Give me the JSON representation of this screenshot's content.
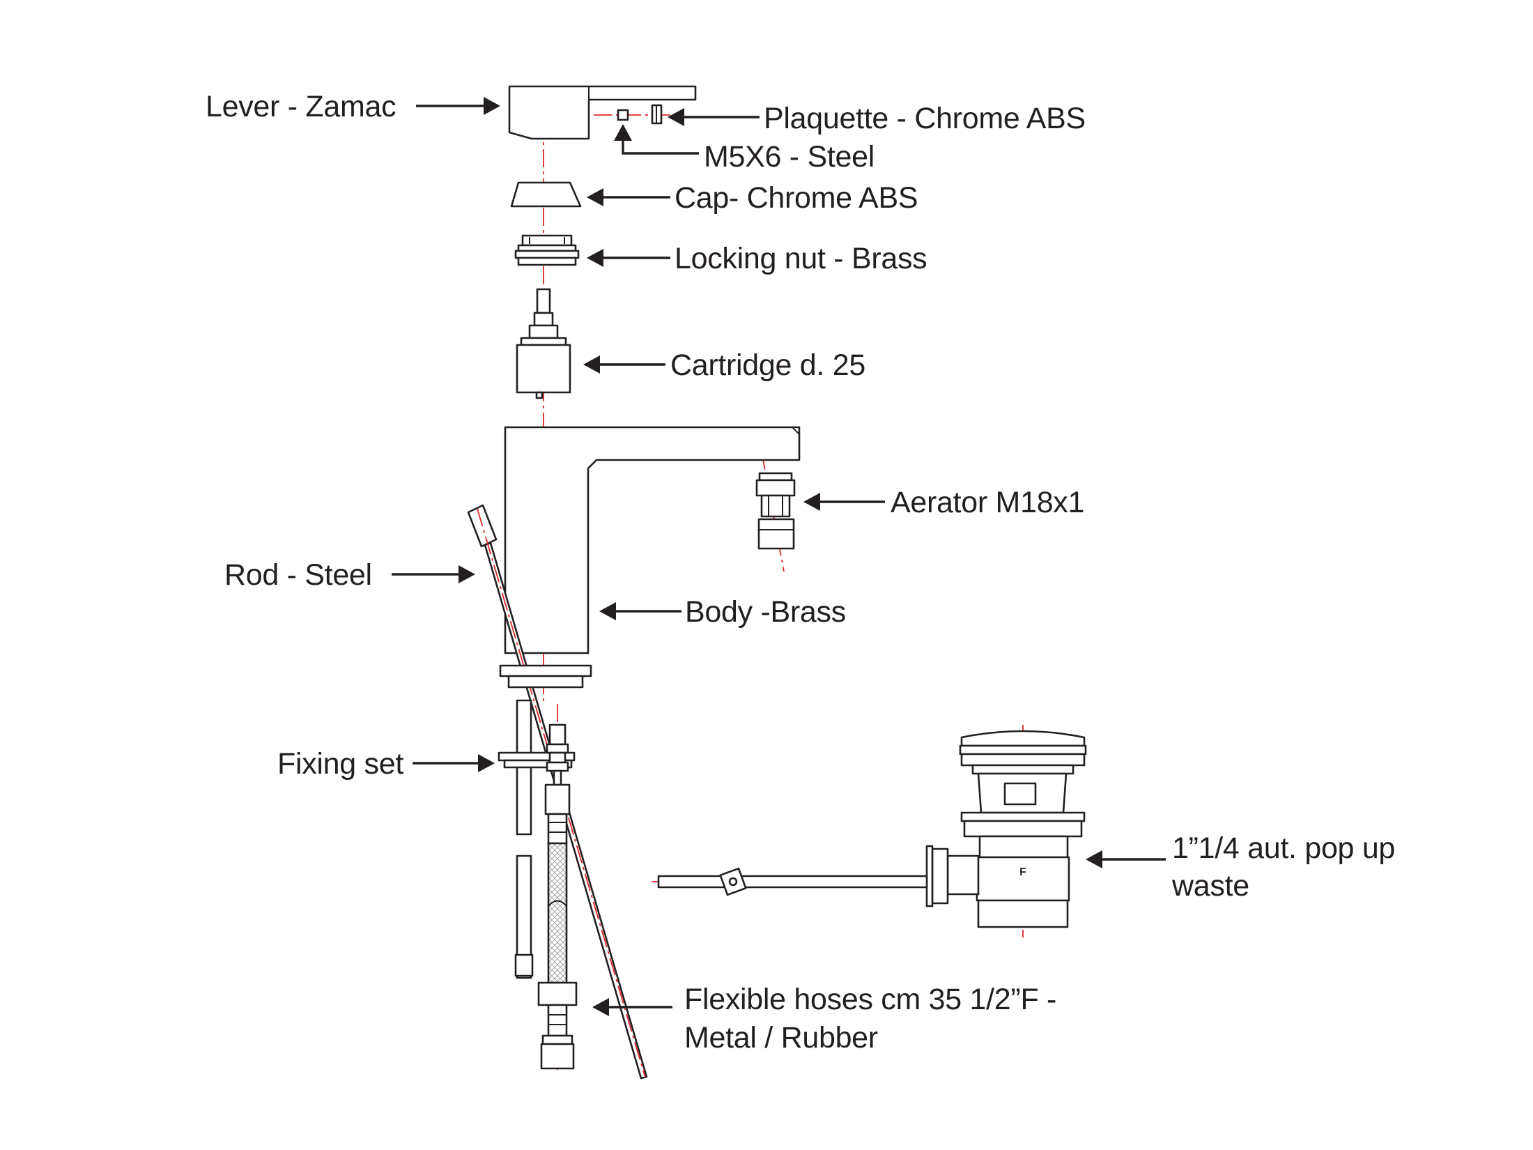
{
  "labels": {
    "lever": "Lever - Zamac",
    "plaquette": "Plaquette - Chrome ABS",
    "screw": "M5X6 - Steel",
    "cap": "Cap- Chrome ABS",
    "locking_nut": "Locking nut - Brass",
    "cartridge": "Cartridge d. 25",
    "aerator": "Aerator M18x1",
    "rod": "Rod - Steel",
    "body": "Body -Brass",
    "fixing_set": "Fixing set",
    "pop_up_waste_line1": "1”1/4 aut. pop up",
    "pop_up_waste_line2": "waste",
    "hoses_line1": "Flexible hoses cm 35 1/2”F -",
    "hoses_line2": "Metal / Rubber"
  },
  "waste_marking": "F",
  "colors": {
    "line": "#231f20",
    "centerline": "#e0262b",
    "background": "#ffffff"
  }
}
